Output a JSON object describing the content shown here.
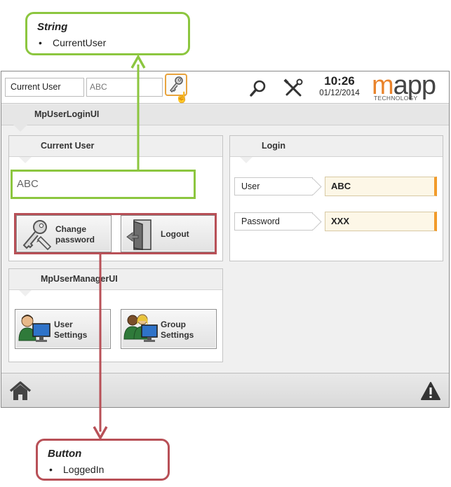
{
  "callouts": {
    "string": {
      "title": "String",
      "bullet": "•",
      "item": "CurrentUser"
    },
    "button": {
      "title": "Button",
      "bullet": "•",
      "item": "LoggedIn"
    }
  },
  "topbar": {
    "current_user_label": "Current User",
    "current_user_value": "ABC",
    "time": "10:26",
    "date": "01/12/2014",
    "logo_text": "mapp",
    "logo_sub": "TECHNOLOGY",
    "icons": [
      "key-icon",
      "search-icon",
      "tools-icon"
    ]
  },
  "main_tab": {
    "title": "MpUserLoginUI"
  },
  "current_user_panel": {
    "title": "Current User",
    "value": "ABC",
    "change_password_line1": "Change",
    "change_password_line2": "password",
    "logout_label": "Logout"
  },
  "login_panel": {
    "title": "Login",
    "user_label": "User",
    "user_value": "ABC",
    "password_label": "Password",
    "password_value": "XXX"
  },
  "manager_panel": {
    "title": "MpUserManagerUI",
    "user_settings_line1": "User",
    "user_settings_line2": "Settings",
    "group_settings_line1": "Group",
    "group_settings_line2": "Settings"
  },
  "bottombar": {
    "icons": [
      "home-icon",
      "warning-icon"
    ]
  },
  "colors": {
    "accent_green": "#8cc63f",
    "accent_red": "#b85057",
    "brand_orange": "#e9832b"
  }
}
